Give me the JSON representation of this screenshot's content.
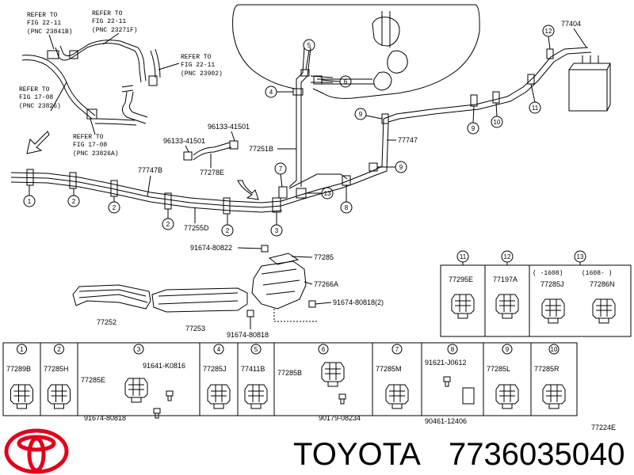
{
  "refs": {
    "ref1": [
      "REFER TO",
      "FIG 22-11",
      "(PNC 23841B)"
    ],
    "ref2": [
      "REFER TO",
      "FIG 22-11",
      "(PNC 23271F)"
    ],
    "ref3": [
      "REFER TO",
      "FIG 22-11",
      "(PNC 23902)"
    ],
    "ref4": [
      "REFER TO",
      "FIG 17-08",
      "(PNC 23826)"
    ],
    "ref5": [
      "REFER TO",
      "FIG 17-08",
      "(PNC 23826A)"
    ]
  },
  "main_labels": {
    "p77404": "77404",
    "p77251B": "77251B",
    "p77747": "77747",
    "p77747B": "77747B",
    "p77255D": "77255D",
    "p77278E": "77278E",
    "p96133a": "96133-41501",
    "p96133b": "96133-41501",
    "p91674a": "91674-80822",
    "p77285": "77285",
    "p77266A": "77266A",
    "p91674b": "91674-80818(2)",
    "p91674c": "91674-80818",
    "p77252": "77252",
    "p77253": "77253"
  },
  "callouts": [
    "1",
    "2",
    "3",
    "4",
    "5",
    "6",
    "7",
    "8",
    "9",
    "10",
    "11",
    "12",
    "13"
  ],
  "parts_bottom": [
    {
      "num": "1",
      "parts": [
        "77289B"
      ]
    },
    {
      "num": "2",
      "parts": [
        "77285H"
      ]
    },
    {
      "num": "3",
      "parts": [
        "77285E",
        "91641-K0816",
        "91674-80818"
      ]
    },
    {
      "num": "4",
      "parts": [
        "77285J"
      ]
    },
    {
      "num": "5",
      "parts": [
        "77411B"
      ]
    },
    {
      "num": "6",
      "parts": [
        "77285B",
        "90179-08234"
      ]
    },
    {
      "num": "7",
      "parts": [
        "77285M"
      ]
    },
    {
      "num": "8",
      "parts": [
        "91621-J0612",
        "90461-12406"
      ]
    },
    {
      "num": "9",
      "parts": [
        "77285L"
      ]
    },
    {
      "num": "10",
      "parts": [
        "77285R"
      ]
    }
  ],
  "parts_right": [
    {
      "num": "11",
      "parts": [
        "77295E"
      ]
    },
    {
      "num": "12",
      "parts": [
        "77197A"
      ]
    },
    {
      "num": "13",
      "parts": [
        "77285J",
        "77286N"
      ],
      "notes": [
        "( -1608)",
        "(1608- )"
      ]
    }
  ],
  "figure_code": "77224E",
  "brand": "TOYOTA",
  "part_number": "7736035040"
}
